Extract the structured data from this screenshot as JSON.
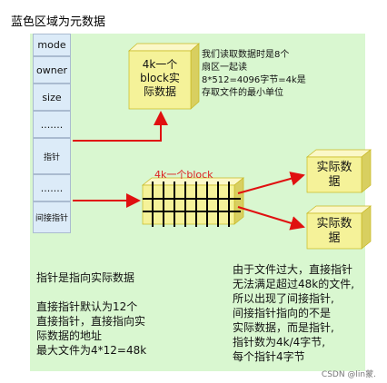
{
  "title": "蓝色区域为元数据",
  "inode_fields": [
    "mode",
    "owner",
    "size",
    ".......",
    "指针",
    ".......",
    "间接指针"
  ],
  "block_box_lines": [
    "4k一个",
    "block实",
    "际数据"
  ],
  "read_note_lines": [
    "我们读取数据时是8个",
    "扇区一起读",
    "8*512=4096字节=4k是",
    "存取文件的最小单位"
  ],
  "indirect_block_title": "4k一个block",
  "data_box_lines": [
    "实际数",
    "据"
  ],
  "left_text_lines": [
    "指针是指向实际数据",
    "",
    "直接指针默认为12个",
    "直接指针，直接指向实",
    "际数据的地址",
    "最大文件为4*12=48k"
  ],
  "right_text_lines": [
    "由于文件过大，直接指针",
    "无法满足超过48k的文件,",
    "所以出现了间接指针,",
    "间接指针指向的不是",
    "实际数据，而是指针,",
    "指针数为4k/4字节,",
    "每个指针4字节"
  ],
  "watermark": "CSDN @lin蒙.",
  "colors": {
    "panel": "#d9f7d0",
    "inode_cell": "#dcebf8",
    "box_yellow": "#f5f299",
    "arrow_red": "#e01010"
  }
}
